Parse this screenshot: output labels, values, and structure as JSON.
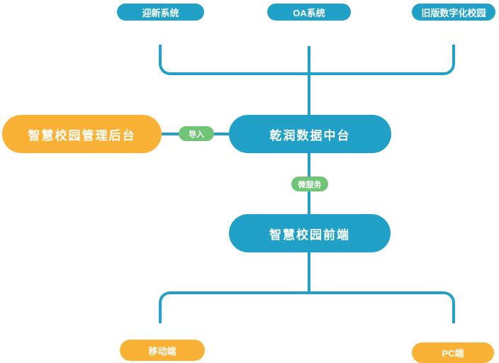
{
  "colors": {
    "teal": "#21A1C8",
    "orange": "#F9B235",
    "green": "#6FC476",
    "label_text": "#FFFFFF"
  },
  "diagram": {
    "sources": [
      {
        "label": "迎新系统"
      },
      {
        "label": "OA系统"
      },
      {
        "label": "旧版数字化校园"
      }
    ],
    "admin_backend": {
      "label": "智慧校园管理后台"
    },
    "data_platform": {
      "label": "乾润数据中台"
    },
    "frontend": {
      "label": "智慧校园前端"
    },
    "edge_import": {
      "label": "导入"
    },
    "edge_microservice": {
      "label": "微服务"
    },
    "clients": [
      {
        "label": "移动端"
      },
      {
        "label": "PC端"
      }
    ]
  }
}
